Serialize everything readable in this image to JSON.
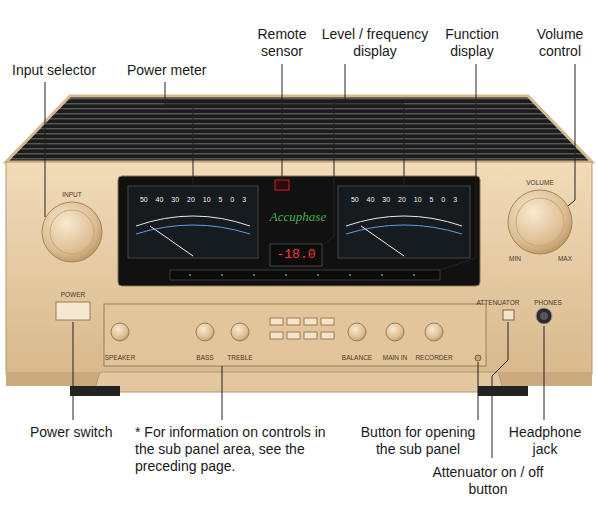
{
  "diagram": {
    "labels": [
      "Input selector",
      "Power meter",
      "Remote sensor",
      "Level / frequency display",
      "Function display",
      "Volume control",
      "Power switch",
      "* For information on controls in the sub panel area, see the preceding page.",
      "Button for opening the sub panel",
      "Headphone jack",
      "Attenuator on / off button",
      "Accuphase",
      "-18.0",
      "50 40 30 20 10 5 0 3",
      "50 40 30 20 10 5 0 3",
      "INPUT",
      "VOLUME",
      "MIN",
      "MAX",
      "POWER",
      "ATTENUATOR",
      "PHONES",
      "SPEAKER",
      "BASS",
      "TREBLE",
      "BALANCE",
      "MAIN IN",
      "RECORDER"
    ]
  }
}
